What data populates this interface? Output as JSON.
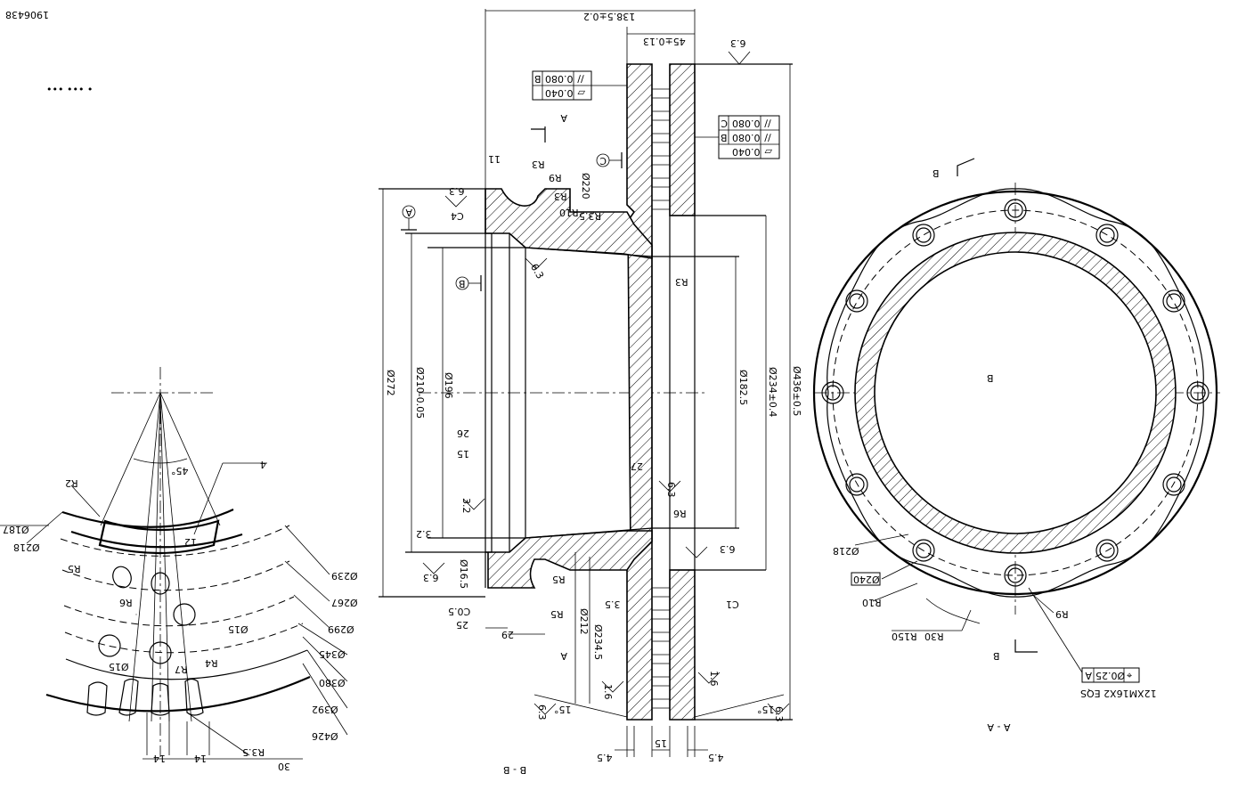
{
  "drawing": {
    "part_number": "1906438",
    "dots": "•••  •••  •",
    "view_labels": {
      "section_bb": "B - B",
      "section_aa": "A - A",
      "cut_b_top": "B",
      "cut_b_bottom": "B",
      "center_b": "B",
      "cut_a_top": "A",
      "cut_a_bottom": "A"
    },
    "section_bb": {
      "dims_top": [
        "138.5±0.2",
        "45±0.13",
        "11"
      ],
      "dims_vertical": [
        "Ø272",
        "Ø210-0.05",
        "Ø196",
        "Ø182.5",
        "Ø234±0.4",
        "Ø436±0.5",
        "Ø220",
        "Ø212",
        "Ø234.5"
      ],
      "dims_bottom": [
        "25",
        "29",
        "3.5",
        "4.5",
        "15",
        "4.5",
        "27",
        "26",
        "15",
        "3.2"
      ],
      "radii": [
        "R3",
        "R9",
        "R3",
        "R3.5",
        "R10",
        "R3",
        "R5",
        "R5",
        "R6",
        "C4",
        "C1",
        "C0.5",
        "Ø16.5"
      ],
      "surface_finish": [
        "6.3",
        "6.3",
        "6.3",
        "6.3",
        "6.3",
        "6.3",
        "3.2",
        "1.6",
        "1.6",
        "6.3",
        "6.3"
      ],
      "angles": [
        "15°",
        "15°"
      ],
      "datums": [
        "A",
        "B",
        "C"
      ],
      "tol_left": [
        {
          "symbol": "//",
          "value": "0.080",
          "datum": "B"
        },
        {
          "symbol": "▱",
          "value": "0.040",
          "datum": ""
        }
      ],
      "tol_right": [
        {
          "symbol": "//",
          "value": "0.080",
          "datum": "C"
        },
        {
          "symbol": "//",
          "value": "0.080",
          "datum": "B"
        },
        {
          "symbol": "▱",
          "value": "0.040",
          "datum": ""
        }
      ]
    },
    "section_aa": {
      "labels": [
        "Ø218",
        "Ø240",
        "R10",
        "R150",
        "R30",
        "R9"
      ],
      "hole_callout": {
        "count": "12XM16X2 EQS",
        "position": "Ø0.25",
        "datum": "A"
      }
    },
    "detail": {
      "labels": [
        "R2",
        "Ø187",
        "Ø218",
        "R5",
        "R6",
        "Ø15",
        "Ø15",
        "R7",
        "R4",
        "R3.5",
        "45°",
        "4",
        "12",
        "Ø239",
        "Ø267",
        "Ø299",
        "Ø345",
        "Ø380",
        "Ø392",
        "Ø426",
        "14",
        "14",
        "30"
      ]
    }
  }
}
